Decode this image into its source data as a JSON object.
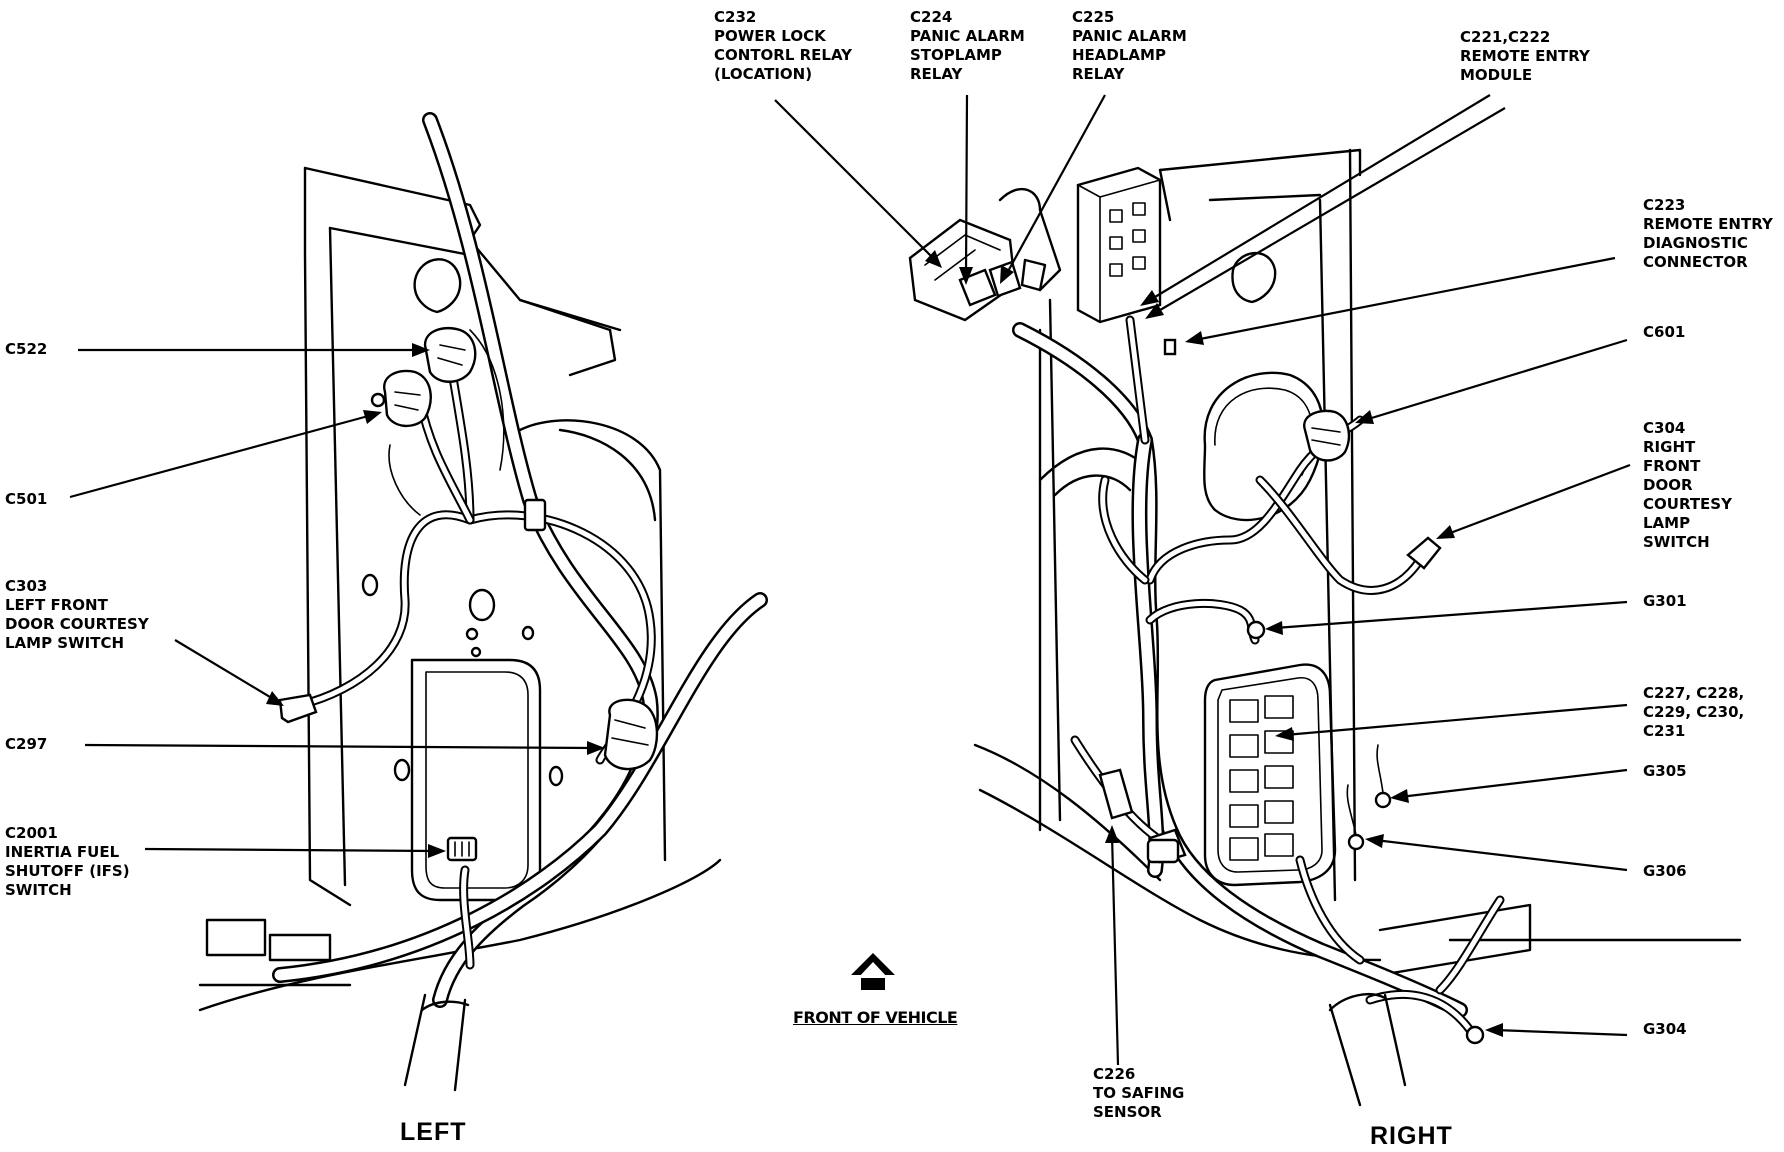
{
  "panels": {
    "left_title": "LEFT",
    "right_title": "RIGHT",
    "front_of_vehicle": "FRONT OF VEHICLE"
  },
  "callouts": {
    "c232": "C232\nPOWER LOCK\nCONTORL RELAY\n(LOCATION)",
    "c224": "C224\nPANIC ALARM\nSTOPLAMP\nRELAY",
    "c225": "C225\nPANIC ALARM\nHEADLAMP\nRELAY",
    "c221_c222": "C221,C222\nREMOTE ENTRY\nMODULE",
    "c223": "C223\nREMOTE ENTRY\nDIAGNOSTIC\nCONNECTOR",
    "c601": "C601",
    "c304": "C304\nRIGHT\nFRONT\nDOOR\nCOURTESY\nLAMP\nSWITCH",
    "g301": "G301",
    "c227_c231": "C227, C228,\nC229, C230,\nC231",
    "g305": "G305",
    "g306": "G306",
    "g304": "G304",
    "c226": "C226\nTO SAFING\nSENSOR",
    "c522": "C522",
    "c501": "C501",
    "c303": "C303\nLEFT FRONT\nDOOR COURTESY\nLAMP SWITCH",
    "c297": "C297",
    "c2001": "C2001\nINERTIA FUEL\nSHUTOFF (IFS)\nSWITCH"
  }
}
